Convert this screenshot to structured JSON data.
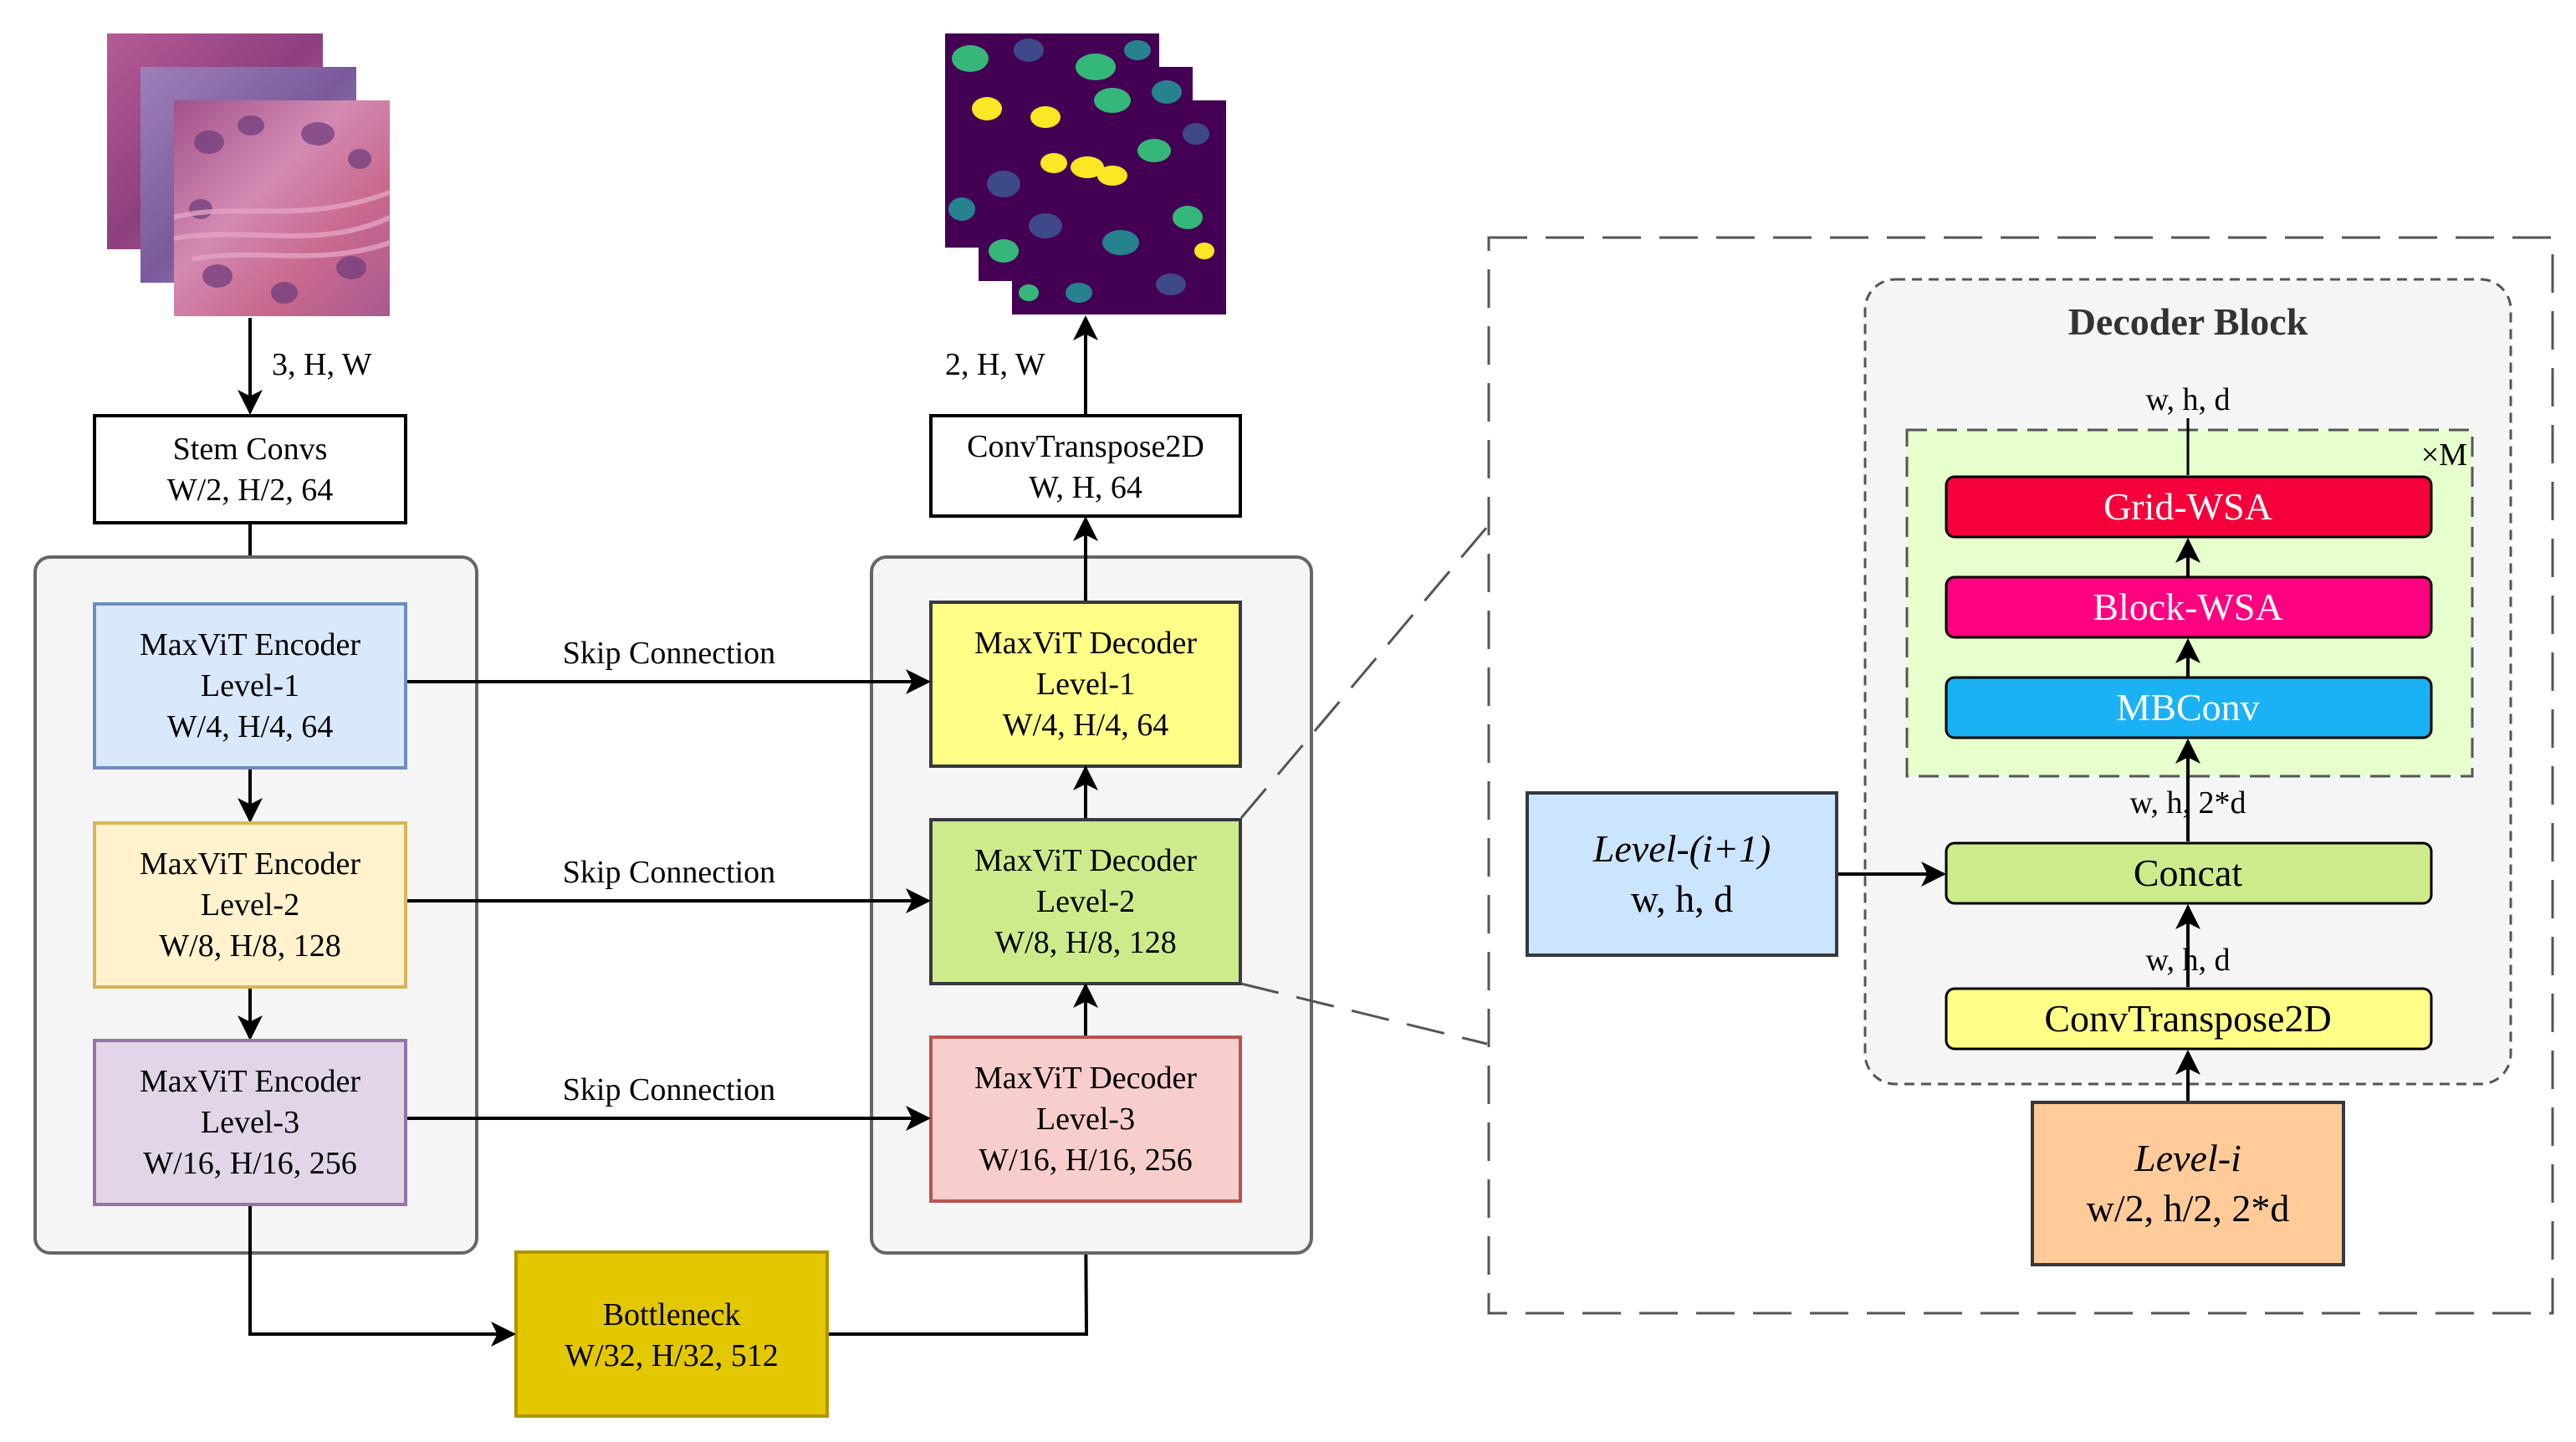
{
  "input_label": "3, H, W",
  "output_label": "2, H, W",
  "stem": {
    "line1": "Stem Convs",
    "line2": "W/2, H/2, 64"
  },
  "convt_top": {
    "line1": "ConvTranspose2D",
    "line2": "W, H, 64"
  },
  "encoders": [
    {
      "line1": "MaxViT Encoder",
      "line2": "Level-1",
      "line3": "W/4, H/4, 64"
    },
    {
      "line1": "MaxViT Encoder",
      "line2": "Level-2",
      "line3": "W/8, H/8, 128"
    },
    {
      "line1": "MaxViT Encoder",
      "line2": "Level-3",
      "line3": "W/16, H/16, 256"
    }
  ],
  "decoders": [
    {
      "line1": "MaxViT Decoder",
      "line2": "Level-1",
      "line3": "W/4, H/4, 64"
    },
    {
      "line1": "MaxViT Decoder",
      "line2": "Level-2",
      "line3": "W/8, H/8, 128"
    },
    {
      "line1": "MaxViT Decoder",
      "line2": "Level-3",
      "line3": "W/16, H/16, 256"
    }
  ],
  "skip_label": "Skip Connection",
  "bottleneck": {
    "line1": "Bottleneck",
    "line2": "W/32, H/32, 512"
  },
  "detail": {
    "title": "Decoder Block",
    "repeat_label": "×M",
    "grid_wsa": "Grid-WSA",
    "block_wsa": "Block-WSA",
    "mbconv": "MBConv",
    "concat": "Concat",
    "convtranspose": "ConvTranspose2D",
    "dim_out": "w, h, d",
    "dim_concat": "w, h, 2*d",
    "dim_convt": "w, h, d",
    "level_next": {
      "line1": "Level-(i+1)",
      "line2": "w, h, d"
    },
    "level_i": {
      "line1": "Level-i",
      "line2": "w/2, h/2, 2*d"
    }
  },
  "colors": {
    "enc1_fill": "#dae8fc",
    "enc1_stroke": "#6c8ebf",
    "enc2_fill": "#fff2cc",
    "enc2_stroke": "#d6b656",
    "enc3_fill": "#e1d5e7",
    "enc3_stroke": "#9673a6",
    "dec1_fill": "#ffff88",
    "dec2_fill": "#cdeb8b",
    "dec3_fill": "#f8cecc",
    "dec3_stroke": "#b85450",
    "bottleneck_fill": "#e3c800",
    "grid_wsa": "#f5003a",
    "block_wsa": "#ff0080",
    "mbconv": "#1ab2f5",
    "repeat_bg": "#e6ffcc",
    "level_next_fill": "#cce5ff",
    "level_i_fill": "#ffcc99"
  }
}
